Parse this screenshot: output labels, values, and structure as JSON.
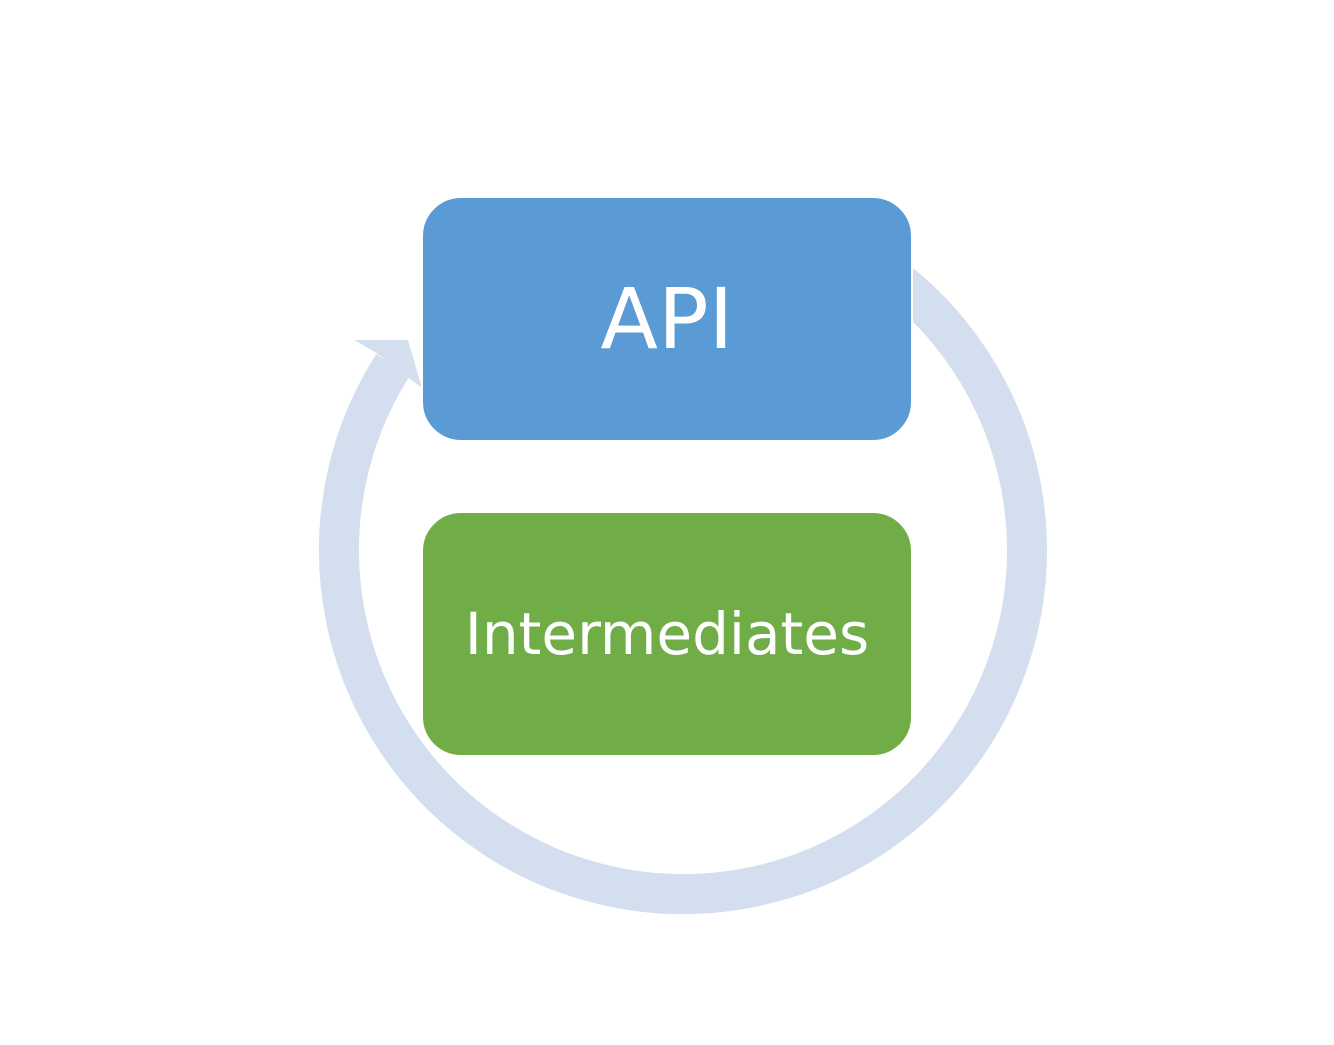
{
  "boxes": {
    "top": {
      "label": "API",
      "color": "#5b9bd5"
    },
    "bottom": {
      "label": "Intermediates",
      "color": "#70ad47"
    }
  },
  "cycle": {
    "color": "#d3deef",
    "direction": "clockwise"
  }
}
